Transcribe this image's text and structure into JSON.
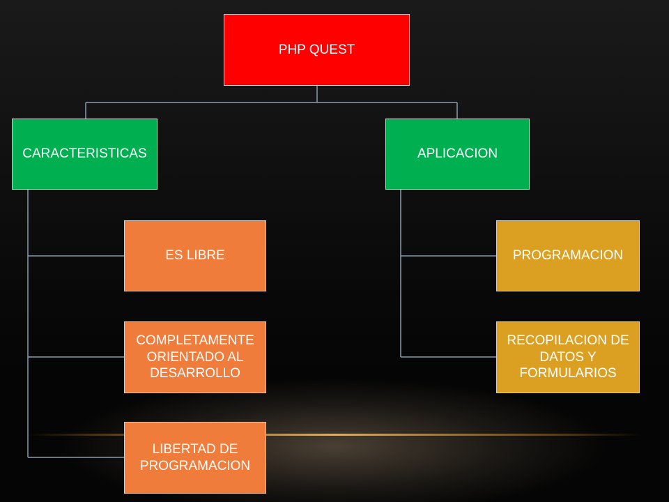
{
  "diagram": {
    "root": {
      "label": "PHP QUEST",
      "color": "#ff0000"
    },
    "branches": [
      {
        "label": "CARACTERISTICAS",
        "color": "#00b050",
        "children": [
          {
            "label": "ES LIBRE",
            "color": "#f07c3c"
          },
          {
            "label": "COMPLETAMENTE ORIENTADO AL DESARROLLO",
            "color": "#f07c3c"
          },
          {
            "label": "LIBERTAD DE PROGRAMACION",
            "color": "#f07c3c"
          }
        ]
      },
      {
        "label": "APLICACION",
        "color": "#00b050",
        "children": [
          {
            "label": "PROGRAMACION",
            "color": "#dba022"
          },
          {
            "label": "RECOPILACION DE DATOS Y FORMULARIOS",
            "color": "#dba022"
          }
        ]
      }
    ],
    "connector_color": "#8a9bb0"
  }
}
